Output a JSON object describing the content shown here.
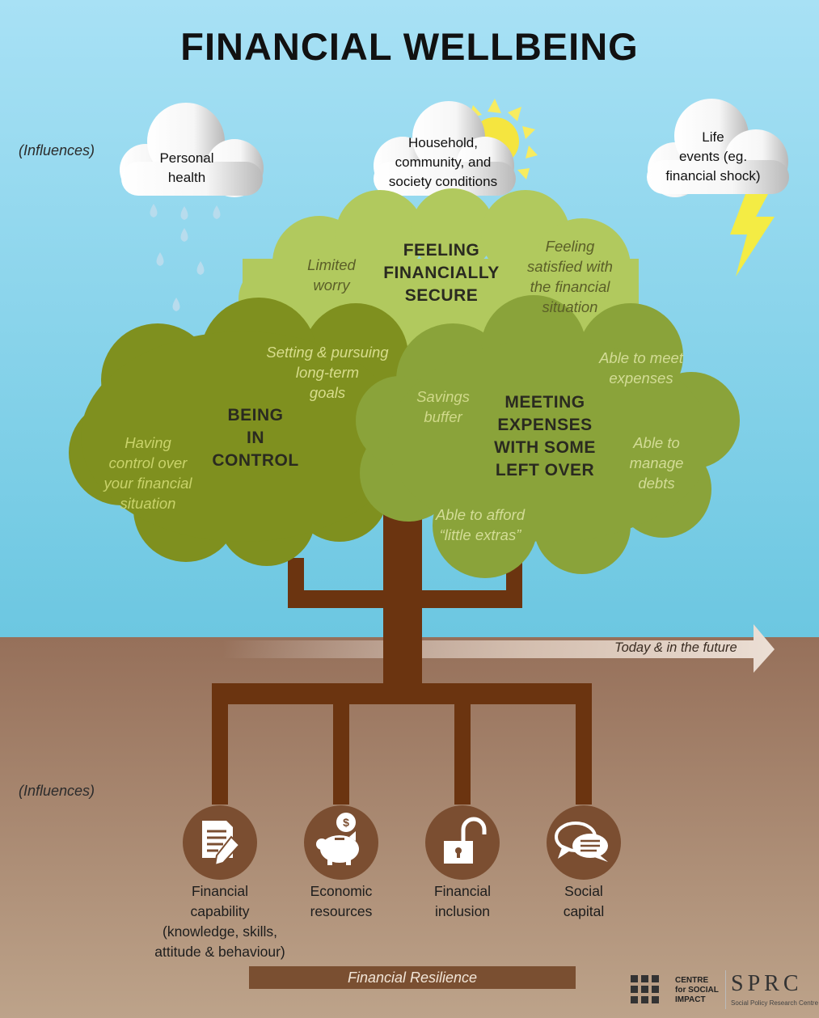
{
  "title": "FINANCIAL WELLBEING",
  "influences_top": "(Influences)",
  "influences_bottom": "(Influences)",
  "clouds": [
    {
      "lines": [
        "Personal",
        "health"
      ],
      "icon": "raindrops-icon"
    },
    {
      "lines": [
        "Household,",
        "community, and",
        "society conditions"
      ],
      "icon": "sun-icon"
    },
    {
      "lines": [
        "Life",
        "events (eg.",
        "financial shock)"
      ],
      "icon": "lightning-icon"
    }
  ],
  "canopy": {
    "secure": {
      "heading": [
        "FEELING",
        "FINANCIALLY",
        "SECURE"
      ],
      "left": [
        "Limited",
        "worry"
      ],
      "right": [
        "Feeling",
        "satisfied with",
        "the financial",
        "situation"
      ],
      "color": "#b1c95e"
    },
    "control": {
      "heading": [
        "BEING",
        "IN",
        "CONTROL"
      ],
      "top": [
        "Setting & pursuing",
        "long-term",
        "goals"
      ],
      "left": [
        "Having",
        "control over",
        "your financial",
        "situation"
      ],
      "color": "#7f901f"
    },
    "expenses": {
      "heading": [
        "MEETING",
        "EXPENSES",
        "WITH SOME",
        "LEFT OVER"
      ],
      "left": [
        "Savings",
        "buffer"
      ],
      "topright": [
        "Able to meet",
        "expenses"
      ],
      "right": [
        "Able to",
        "manage",
        "debts"
      ],
      "bottom": [
        "Able to afford",
        "“little extras”"
      ],
      "color": "#8aa33a"
    }
  },
  "arrow_label": "Today & in the future",
  "influences": [
    {
      "lines": [
        "Financial",
        "capability",
        "(knowledge, skills,",
        "attitude & behaviour)"
      ],
      "icon": "document-pencil-icon"
    },
    {
      "lines": [
        "Economic",
        "resources"
      ],
      "icon": "piggy-bank-icon"
    },
    {
      "lines": [
        "Financial",
        "inclusion"
      ],
      "icon": "unlocked-padlock-icon"
    },
    {
      "lines": [
        "Social",
        "capital"
      ],
      "icon": "speech-bubbles-icon"
    }
  ],
  "resilience": "Financial Resilience",
  "logos": {
    "csi": [
      "CENTRE",
      "for SOCIAL",
      "IMPACT"
    ],
    "sprc": "SPRC",
    "sprc_sub": "Social Policy Research Centre"
  },
  "colors": {
    "sky": "#8fd4ec",
    "ground": "#a9876d",
    "trunk": "#6b3410",
    "badge": "#7b4e31"
  }
}
